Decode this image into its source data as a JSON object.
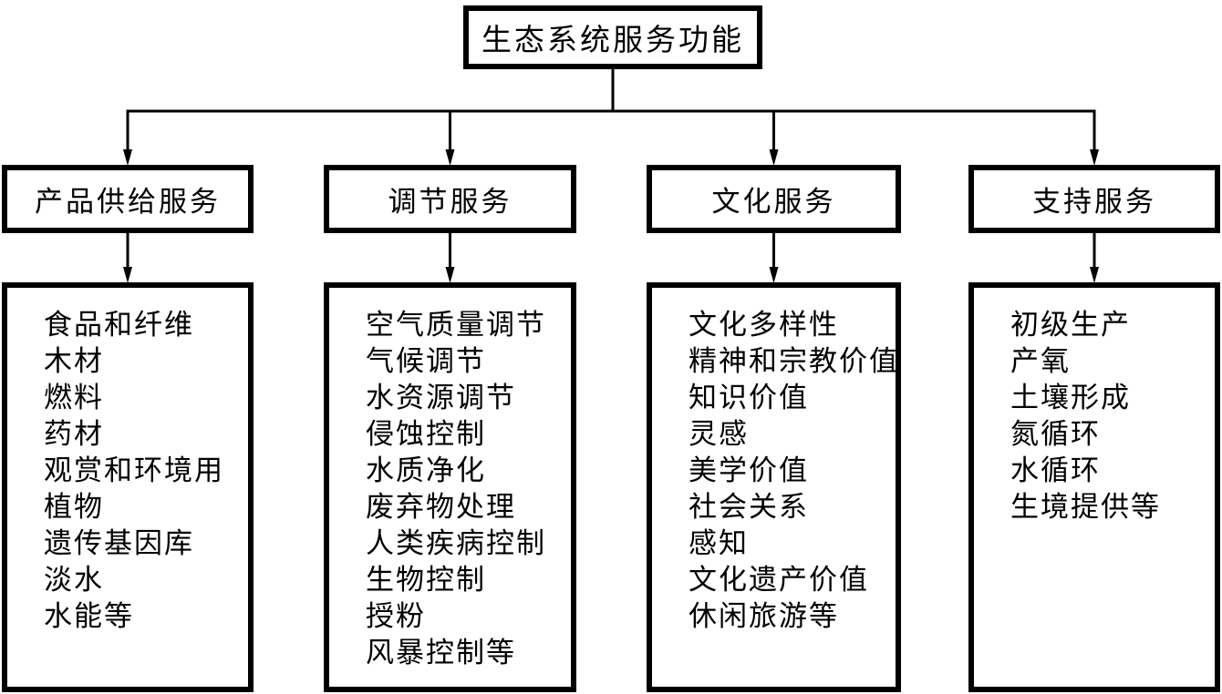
{
  "diagram": {
    "title": "生态系统服务功能",
    "colors": {
      "line": "#000000",
      "background": "#ffffff",
      "text": "#000000"
    },
    "branches": [
      {
        "label": "产品供给服务",
        "items": [
          "食品和纤维",
          "木材",
          "燃料",
          "药材",
          "观赏和环境用",
          "植物",
          "遗传基因库",
          "淡水",
          "水能等"
        ]
      },
      {
        "label": "调节服务",
        "items": [
          "空气质量调节",
          "气候调节",
          "水资源调节",
          "侵蚀控制",
          "水质净化",
          "废弃物处理",
          "人类疾病控制",
          "生物控制",
          "授粉",
          "风暴控制等"
        ]
      },
      {
        "label": "文化服务",
        "items": [
          "文化多样性",
          "精神和宗教价值",
          "知识价值",
          "灵感",
          "美学价值",
          "社会关系",
          "感知",
          "文化遗产价值",
          "休闲旅游等"
        ]
      },
      {
        "label": "支持服务",
        "items": [
          "初级生产",
          "产氧",
          "土壤形成",
          "氮循环",
          "水循环",
          "生境提供等"
        ]
      }
    ]
  }
}
